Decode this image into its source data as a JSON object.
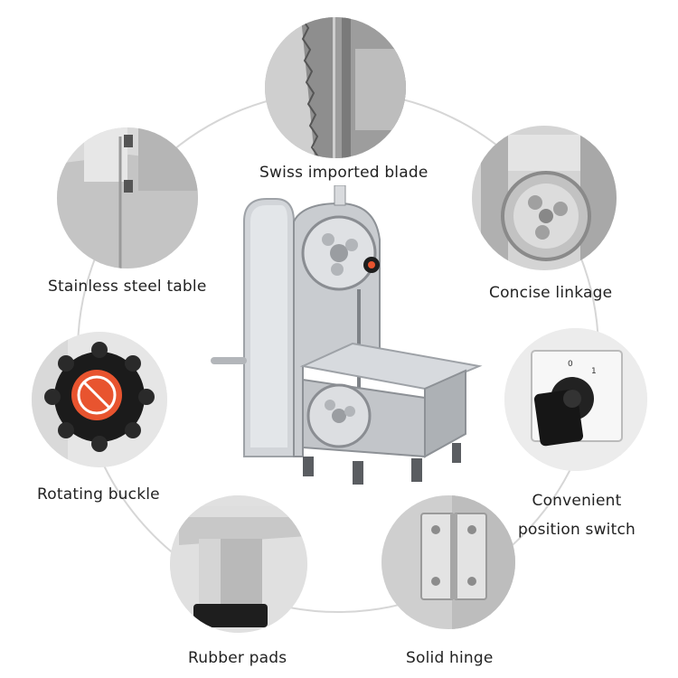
{
  "features": [
    {
      "label": "Swiss imported blade",
      "icon": "saw-blade-icon"
    },
    {
      "label": "Concise linkage",
      "icon": "wheel-linkage-icon"
    },
    {
      "label": "Convenient",
      "label2": "position switch",
      "icon": "rotary-switch-icon",
      "switch_marks": [
        "0",
        "1"
      ]
    },
    {
      "label": "Solid hinge",
      "icon": "hinge-icon"
    },
    {
      "label": "Rubber pads",
      "icon": "rubber-pad-icon"
    },
    {
      "label": "Rotating buckle",
      "icon": "knob-icon"
    },
    {
      "label": "Stainless steel table",
      "icon": "steel-table-icon"
    }
  ],
  "colors": {
    "ring": "#d6d6d6",
    "metal": "#c9ccd0",
    "knob_accent": "#e8542f",
    "switch_body": "#1c1c1c"
  }
}
